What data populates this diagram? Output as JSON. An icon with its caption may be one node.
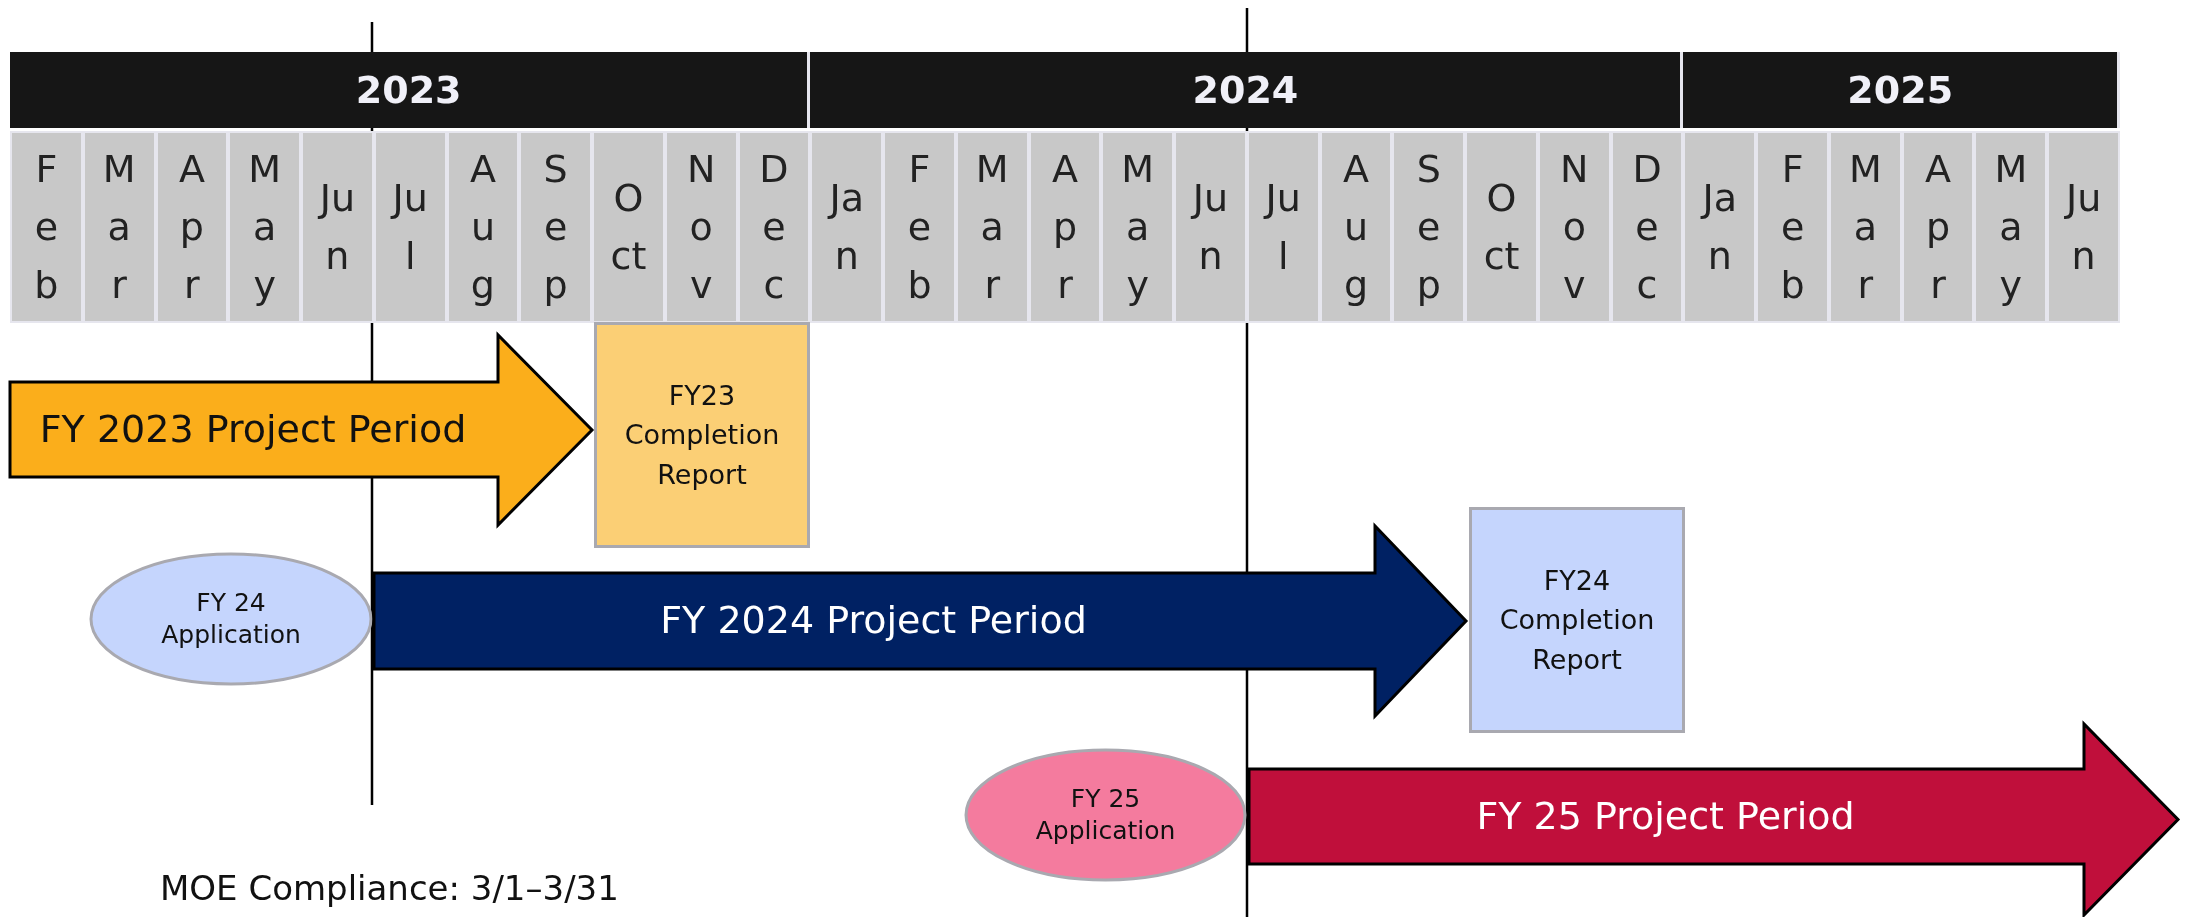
{
  "diagram": {
    "nodes": [
      {
        "text": [
          "2023"
        ]
      },
      {
        "text": [
          "2024"
        ]
      },
      {
        "text": [
          "2025"
        ]
      },
      {
        "text": [
          "Feb"
        ]
      },
      {
        "text": [
          "Mar"
        ]
      },
      {
        "text": [
          "Apr"
        ]
      },
      {
        "text": [
          "May"
        ]
      },
      {
        "text": [
          "Jun"
        ]
      },
      {
        "text": [
          "Jul"
        ]
      },
      {
        "text": [
          "Aug"
        ]
      },
      {
        "text": [
          "Sep"
        ]
      },
      {
        "text": [
          "Oct"
        ]
      },
      {
        "text": [
          "Nov"
        ]
      },
      {
        "text": [
          "Dec"
        ]
      },
      {
        "text": [
          "Jan"
        ]
      },
      {
        "text": [
          "Feb"
        ]
      },
      {
        "text": [
          "Mar"
        ]
      },
      {
        "text": [
          "Apr"
        ]
      },
      {
        "text": [
          "May"
        ]
      },
      {
        "text": [
          "Jun"
        ]
      },
      {
        "text": [
          "Jul"
        ]
      },
      {
        "text": [
          "Aug"
        ]
      },
      {
        "text": [
          "Sep"
        ]
      },
      {
        "text": [
          "Oct"
        ]
      },
      {
        "text": [
          "Nov"
        ]
      },
      {
        "text": [
          "Dec"
        ]
      },
      {
        "text": [
          "Jan"
        ]
      },
      {
        "text": [
          "Feb"
        ]
      },
      {
        "text": [
          "Mar"
        ]
      },
      {
        "text": [
          "Apr"
        ]
      },
      {
        "text": [
          "May"
        ]
      },
      {
        "text": [
          "Jun"
        ]
      },
      {
        "text": [
          "FY 2023 Project Period"
        ]
      },
      {
        "text": [
          "FY23 Completion Report"
        ]
      },
      {
        "text": [
          "FY 24 Application"
        ]
      },
      {
        "text": [
          "FY 2024 Project Period"
        ]
      },
      {
        "text": [
          "FY24 Completion Report"
        ]
      },
      {
        "text": [
          "FY 25 Application"
        ]
      },
      {
        "text": [
          "FY 25 Project Period"
        ]
      }
    ],
    "labels": [
      "MOE Compliance: 3/1–3/31"
    ]
  }
}
